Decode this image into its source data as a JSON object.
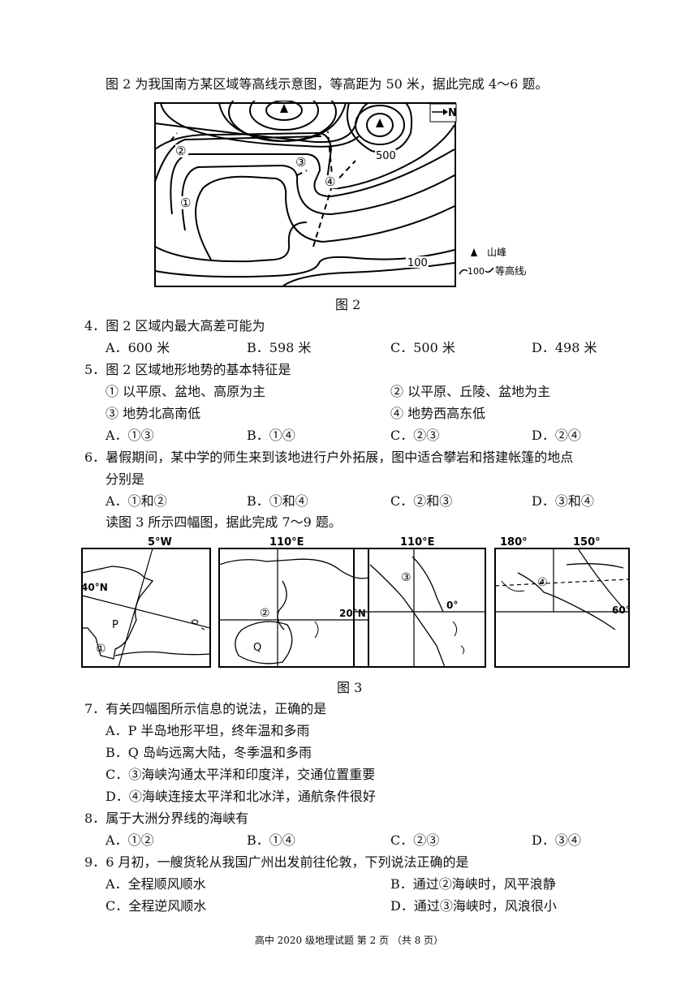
{
  "intro_fig2": "图 2 为我国南方某区域等高线示意图，等高距为 50 米，据此完成 4～6 题。",
  "fig2": {
    "caption": "图 2",
    "north": "N",
    "label_500": "500",
    "label_100": "100",
    "legend_peak": "山峰",
    "legend_contour_value": "100",
    "legend_contour": "等高线/m",
    "markers": [
      "①",
      "②",
      "③",
      "④"
    ]
  },
  "questions": [
    {
      "num": "4．",
      "stem": "图 2 区域内最大高差可能为",
      "options": [
        {
          "label": "A．",
          "text": "600 米"
        },
        {
          "label": "B．",
          "text": "598 米"
        },
        {
          "label": "C．",
          "text": "500 米"
        },
        {
          "label": "D．",
          "text": "498 米"
        }
      ]
    },
    {
      "num": "5．",
      "stem": "图 2 区域地形地势的基本特征是",
      "statements": [
        "① 以平原、盆地、高原为主",
        "② 以平原、丘陵、盆地为主",
        "③ 地势北高南低",
        "④ 地势西高东低"
      ],
      "options": [
        {
          "label": "A．",
          "text": "①③"
        },
        {
          "label": "B．",
          "text": "①④"
        },
        {
          "label": "C．",
          "text": "②③"
        },
        {
          "label": "D．",
          "text": "②④"
        }
      ]
    },
    {
      "num": "6．",
      "stem": "暑假期间，某中学的师生来到该地进行户外拓展，图中适合攀岩和搭建帐篷的地点",
      "stem2": "分别是",
      "options": [
        {
          "label": "A．",
          "text": "①和②"
        },
        {
          "label": "B．",
          "text": "①和④"
        },
        {
          "label": "C．",
          "text": "②和③"
        },
        {
          "label": "D．",
          "text": "③和④"
        }
      ]
    },
    {
      "num": "7．",
      "stem": "有关四幅图所示信息的说法，正确的是",
      "options": [
        {
          "label": "A．",
          "text": "P 半岛地形平坦，终年温和多雨"
        },
        {
          "label": "B．",
          "text": "Q 岛屿远离大陆，冬季温和多雨"
        },
        {
          "label": "C．",
          "text": "③海峡沟通太平洋和印度洋，交通位置重要"
        },
        {
          "label": "D．",
          "text": "④海峡连接太平洋和北冰洋，通航条件很好"
        }
      ]
    },
    {
      "num": "8．",
      "stem": "属于大洲分界线的海峡有",
      "options": [
        {
          "label": "A．",
          "text": "①②"
        },
        {
          "label": "B．",
          "text": "①④"
        },
        {
          "label": "C．",
          "text": "②③"
        },
        {
          "label": "D．",
          "text": "③④"
        }
      ]
    },
    {
      "num": "9．",
      "stem": "6 月初，一艘货轮从我国广州出发前往伦敦，下列说法正确的是",
      "options": [
        {
          "label": "A．",
          "text": "全程顺风顺水"
        },
        {
          "label": "B．",
          "text": "通过②海峡时，风平浪静"
        },
        {
          "label": "C．",
          "text": "全程逆风顺水"
        },
        {
          "label": "D．",
          "text": "通过③海峡时，风浪很小"
        }
      ]
    }
  ],
  "intro_fig3": "读图 3 所示四幅图，据此完成 7～9 题。",
  "fig3": {
    "caption": "图 3",
    "map1": {
      "top": "5°W",
      "lat": "40°N",
      "p": "P",
      "m": "①"
    },
    "map2": {
      "top": "110°E",
      "lat": "20°N",
      "q": "Q",
      "m": "②"
    },
    "map3": {
      "top": "110°E",
      "lat": "0°",
      "m": "③"
    },
    "map4": {
      "top_left": "180°",
      "top_right": "150°",
      "lat": "60°",
      "m": "④"
    }
  },
  "footer": "高中 2020 级地理试题  第 2 页  （共 8 页）"
}
